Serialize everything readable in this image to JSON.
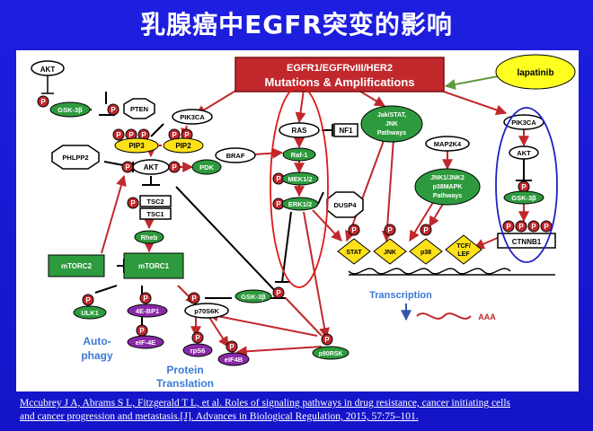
{
  "slide": {
    "title": "乳腺癌中EGFR突变的影响",
    "citation_line1": "Mccubrey J A, Abrams S L, Fitzgerald T L, et al. Roles of signaling pathways in drug resistance, cancer initiating cells",
    "citation_line2": "and cancer progression and metastasis.[J]. Advances in Biological Regulation, 2015, 57:75–101."
  },
  "diagram": {
    "header_line1": "EGFR1/EGFRvIII/HER2",
    "header_line2": "Mutations & Amplifications",
    "drug": "lapatinib",
    "phospho": "P",
    "nodes": {
      "akt_top": "AKT",
      "gsk3b_left": "GSK-3β",
      "pten": "PTEN",
      "pik3ca_left": "PIK3CA",
      "pip3": "PIP3",
      "pip2": "PIP2",
      "phlpp2": "PHLPP2",
      "akt_mid": "AKT",
      "pdk": "PDK",
      "tsc2": "TSC2",
      "tsc1": "TSC1",
      "rheb": "Rheb",
      "mtorc2": "mTORC2",
      "mtorc1": "mTORC1",
      "ulk1": "ULK1",
      "autophagy_1": "Auto-",
      "autophagy_2": "phagy",
      "4ebp1": "4E-BP1",
      "eif4e": "eIF-4E",
      "p70s6k": "p70S6K",
      "rps6": "rpS6",
      "eif4b": "eIF4B",
      "protein_1": "Protein",
      "protein_2": "Translation",
      "ras": "RAS",
      "nf1": "NF1",
      "braf": "BRAF",
      "raf1": "Raf-1",
      "mek12": "MEK1/2",
      "dusp4": "DUSP4",
      "erk12": "ERK1/2",
      "gsk3b_mid": "GSK-3β",
      "p90rsk": "p90RSK",
      "jak_1": "Jak/STAT,",
      "jak_2": "JNK",
      "jak_3": "Pathways",
      "map2k4": "MAP2K4",
      "jnk_1": "JNK1/JNK2",
      "jnk_2": "p38MAPK",
      "jnk_3": "Pathways",
      "pik3ca_right": "PIK3CA",
      "akt_right": "AKT",
      "gsk3b_right": "GSK-3β",
      "stat": "STAT",
      "jnk": "JNK",
      "p38": "p38",
      "tcf_1": "TCF/",
      "tcf_2": "LEF",
      "ctnnb1": "CTNNB1",
      "transcription": "Transcription",
      "aaa": "AAA"
    }
  }
}
